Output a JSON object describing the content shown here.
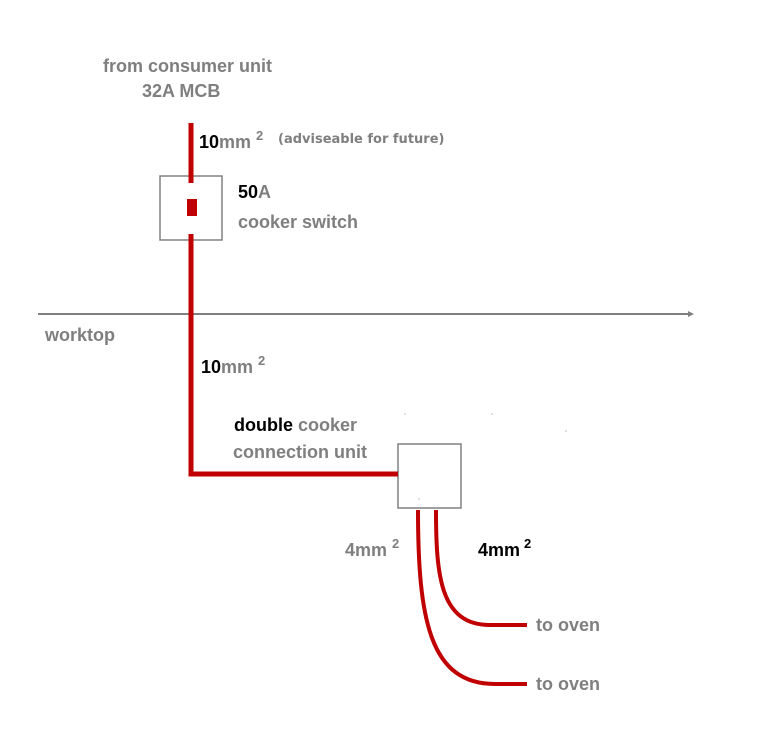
{
  "colors": {
    "cable": "#c00000",
    "box_stroke": "#808080",
    "text_grey": "#7f7f7f",
    "text_black": "#000000",
    "worktop_line": "#808080"
  },
  "source": {
    "line1": "from consumer unit",
    "line2": "32A MCB"
  },
  "cable_upper": {
    "size": "10",
    "unit": "mm",
    "exponent": "2",
    "note": "(adviseable for future)"
  },
  "switch": {
    "rating_number": "50",
    "rating_unit": "A",
    "name": "cooker switch"
  },
  "worktop": {
    "label": "worktop"
  },
  "cable_lower": {
    "size": "10",
    "unit": "mm",
    "exponent": "2"
  },
  "connection_unit": {
    "word1": "double",
    "word2": "cooker",
    "line2": "connection unit"
  },
  "outputs": [
    {
      "size": "4",
      "unit": "mm",
      "exponent": "2",
      "destination": "to oven"
    },
    {
      "size": "4",
      "unit": "mm",
      "exponent": "2",
      "destination": "to oven"
    }
  ]
}
